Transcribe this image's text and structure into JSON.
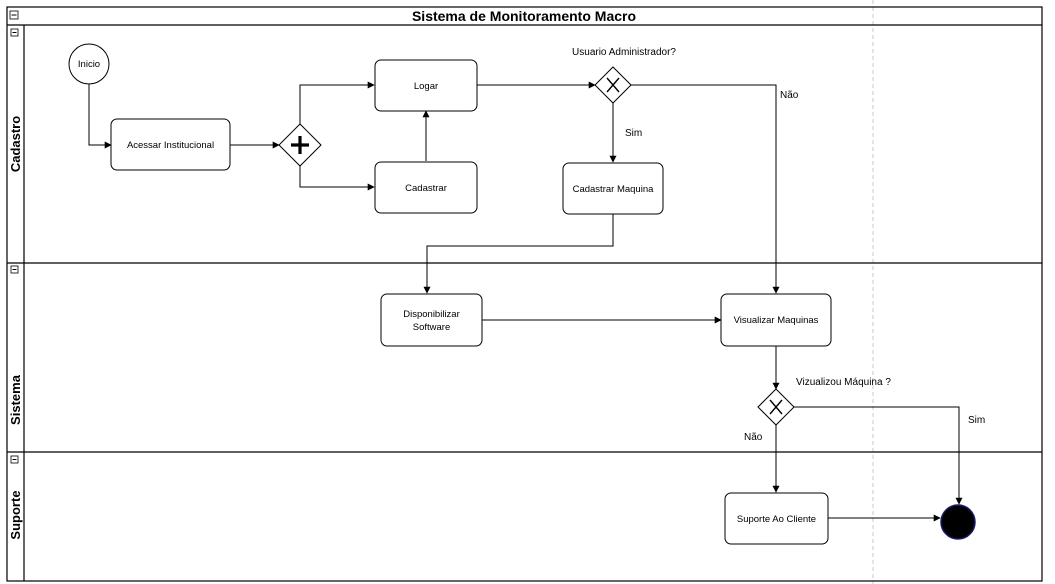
{
  "pool": {
    "title": "Sistema de Monitoramento Macro"
  },
  "lanes": {
    "cadastro": "Cadastro",
    "sistema": "Sistema",
    "suporte": "Suporte"
  },
  "nodes": {
    "inicio": "Inicio",
    "acessar": "Acessar Institucional",
    "logar": "Logar",
    "cadastrar": "Cadastrar",
    "cadastrar_maquina": "Cadastrar Maquina",
    "disponibilizar_l1": "Disponibilizar",
    "disponibilizar_l2": "Software",
    "visualizar": "Visualizar Maquinas",
    "suporte_cliente": "Suporte Ao Cliente"
  },
  "gateways": {
    "usuario_admin": "Usuario Administrador?",
    "vizualizou": "Vizualizou Máquina ?"
  },
  "edge_labels": {
    "admin_sim": "Sim",
    "admin_nao": "Não",
    "viz_sim": "Sim",
    "viz_nao": "Não"
  },
  "colors": {
    "stroke": "#000000",
    "background": "#ffffff",
    "end_fill": "#000000",
    "end_stroke": "#1a1a6e",
    "guide": "#c8c8c8"
  },
  "icons": {
    "collapse": "minus-square-icon",
    "parallel_gateway": "plus-icon",
    "exclusive_gateway": "x-icon"
  }
}
